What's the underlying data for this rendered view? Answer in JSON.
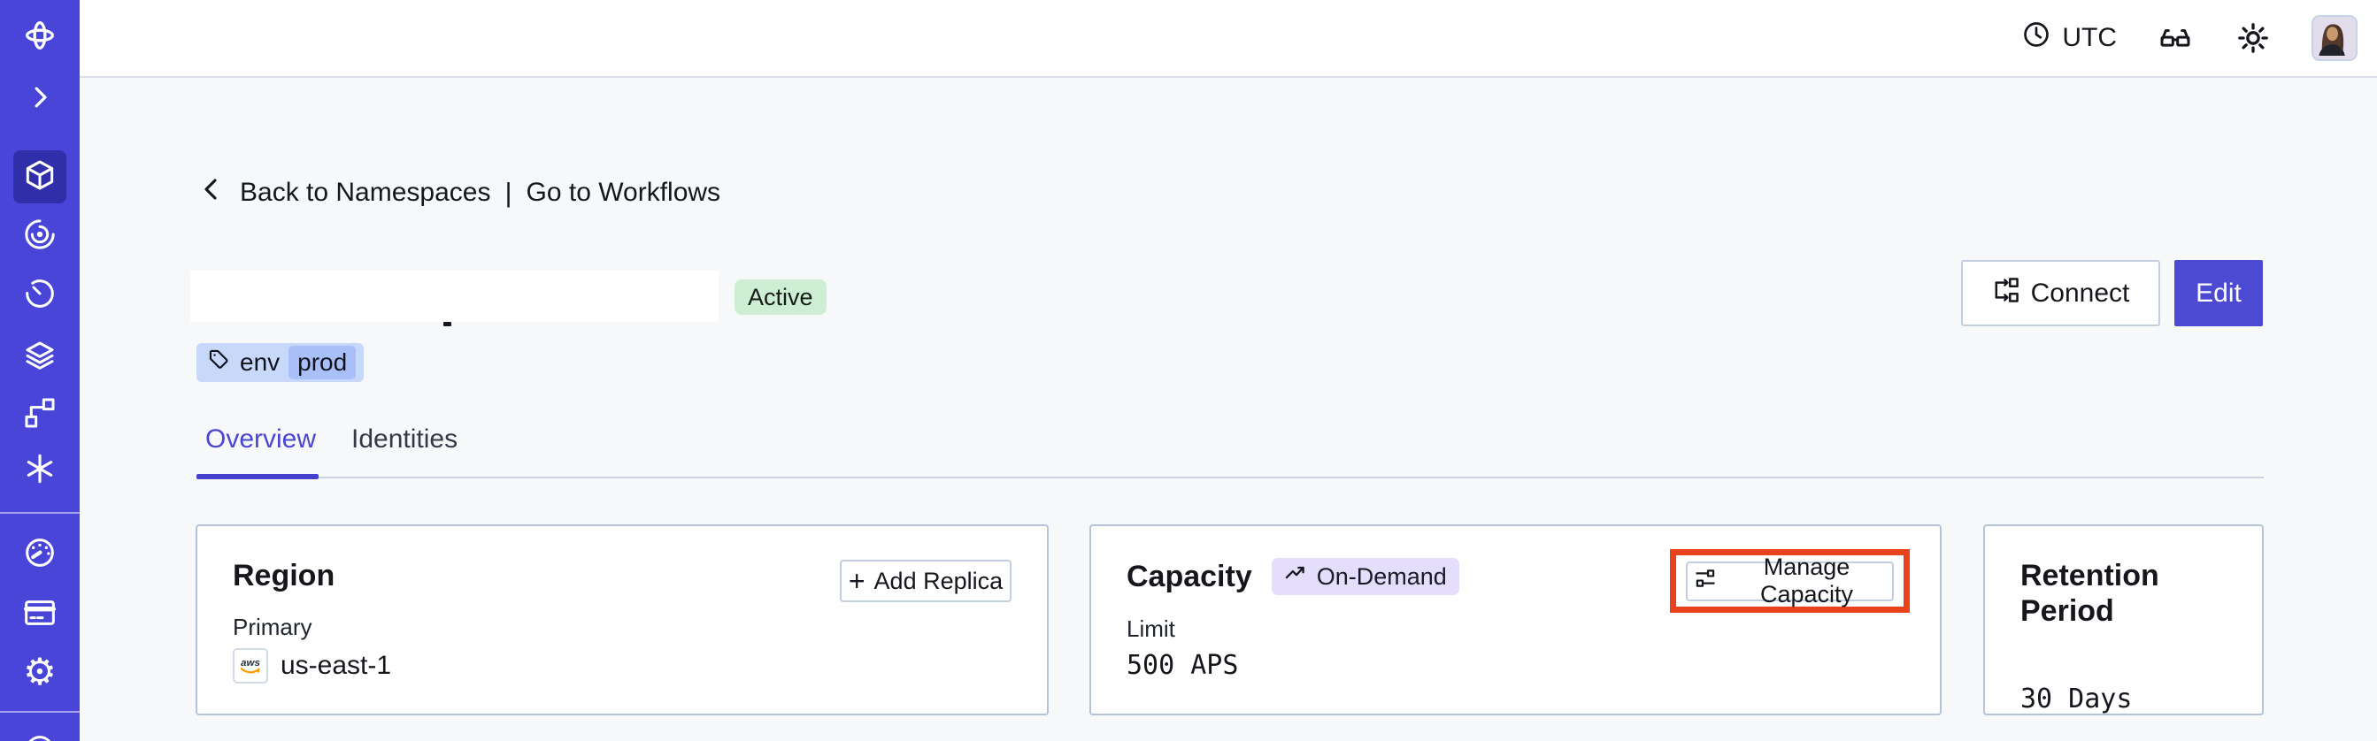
{
  "topbar": {
    "timezone_label": "UTC"
  },
  "breadcrumb": {
    "back_label": "Back to Namespaces",
    "separator": "|",
    "workflows_label": "Go to Workflows"
  },
  "namespace": {
    "status_badge": "Active",
    "tag_key": "env",
    "tag_value": "prod",
    "connect_label": "Connect",
    "edit_label": "Edit"
  },
  "tabs": [
    {
      "label": "Overview",
      "active": true
    },
    {
      "label": "Identities",
      "active": false
    }
  ],
  "cards": {
    "region": {
      "title": "Region",
      "add_replica_label": "Add Replica",
      "primary_label": "Primary",
      "provider_label": "aws",
      "value": "us-east-1"
    },
    "capacity": {
      "title": "Capacity",
      "badge_label": "On-Demand",
      "manage_label": "Manage Capacity",
      "limit_label": "Limit",
      "value": "500 APS"
    },
    "retention": {
      "title": "Retention Period",
      "value": "30 Days"
    }
  },
  "icons": {
    "plus_glyph": "+",
    "gear_glyph": "⚙"
  },
  "colors": {
    "sidebar_indigo": "#4845d8",
    "accent_indigo": "#4c49d3",
    "active_tab_indigo": "#4541cf",
    "status_active_bg": "#cdeed3",
    "tag_bg": "#c7d8fb",
    "tag_chip_bg": "#a8c0f7",
    "ondemand_bg": "#e4ddfb",
    "annotation_red": "#e8431c",
    "aws_orange": "#ff9900",
    "content_bg": "#f7f8fa",
    "card_border": "#b6c2d9"
  }
}
